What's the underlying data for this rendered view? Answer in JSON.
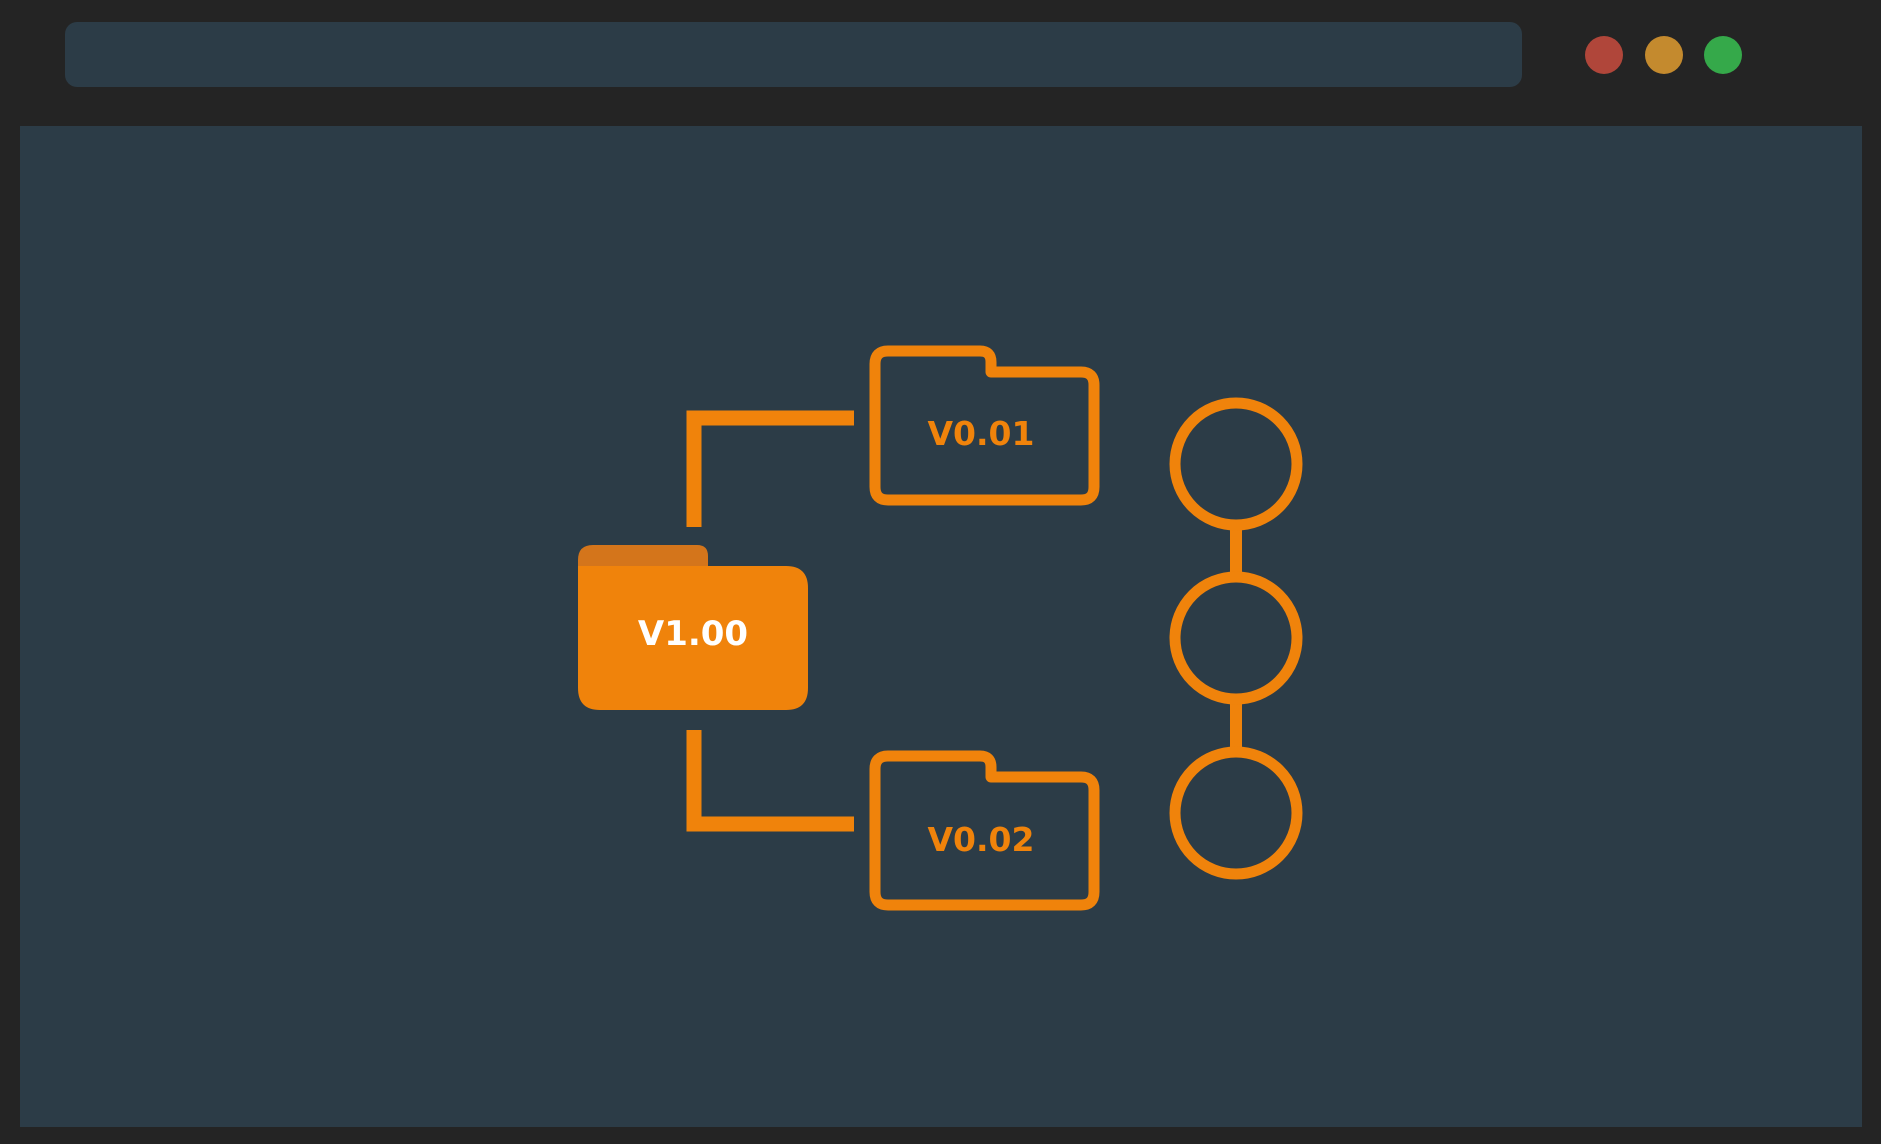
{
  "colors": {
    "frame": "#242424",
    "panel": "#2c3c47",
    "accent": "#f0830b",
    "folder_tab_dark": "#d4751b",
    "label_light": "#ffffff",
    "traffic_red": "#b0463a",
    "traffic_yellow": "#c48a2e",
    "traffic_green": "#35a94a"
  },
  "window": {
    "controls": [
      "close-dot",
      "minimize-dot",
      "maximize-dot"
    ]
  },
  "diagram": {
    "root_folder": {
      "label": "V1.00",
      "icon": "folder-filled-icon"
    },
    "child_folders": [
      {
        "label": "V0.01",
        "icon": "folder-outline-icon"
      },
      {
        "label": "V0.02",
        "icon": "folder-outline-icon"
      }
    ],
    "commit_chain": {
      "nodes": 3,
      "icon": "version-chain-icon"
    }
  }
}
